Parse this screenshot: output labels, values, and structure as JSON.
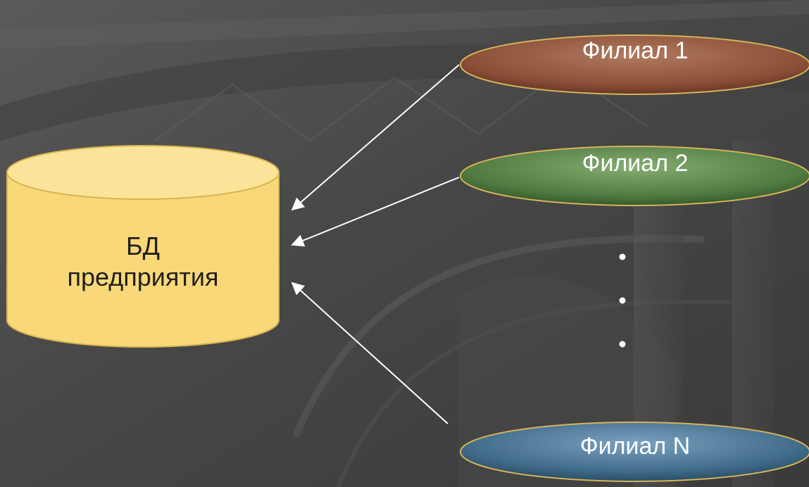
{
  "database": {
    "line1": "БД",
    "line2": "предприятия",
    "fill": "#f8d878",
    "top_fill": "#fbe49a",
    "stroke": "#d9b451"
  },
  "branches": [
    {
      "label": "Филиал 1",
      "color": "#8b4f38"
    },
    {
      "label": "Филиал 2",
      "color": "#4f7a40"
    },
    {
      "label": "Филиал N",
      "color": "#3f6a88"
    }
  ],
  "colors": {
    "background": "#4a4a4a",
    "arrow": "#ffffff",
    "ellipse_border": "#d6b45a",
    "dots": "#ffffff"
  }
}
